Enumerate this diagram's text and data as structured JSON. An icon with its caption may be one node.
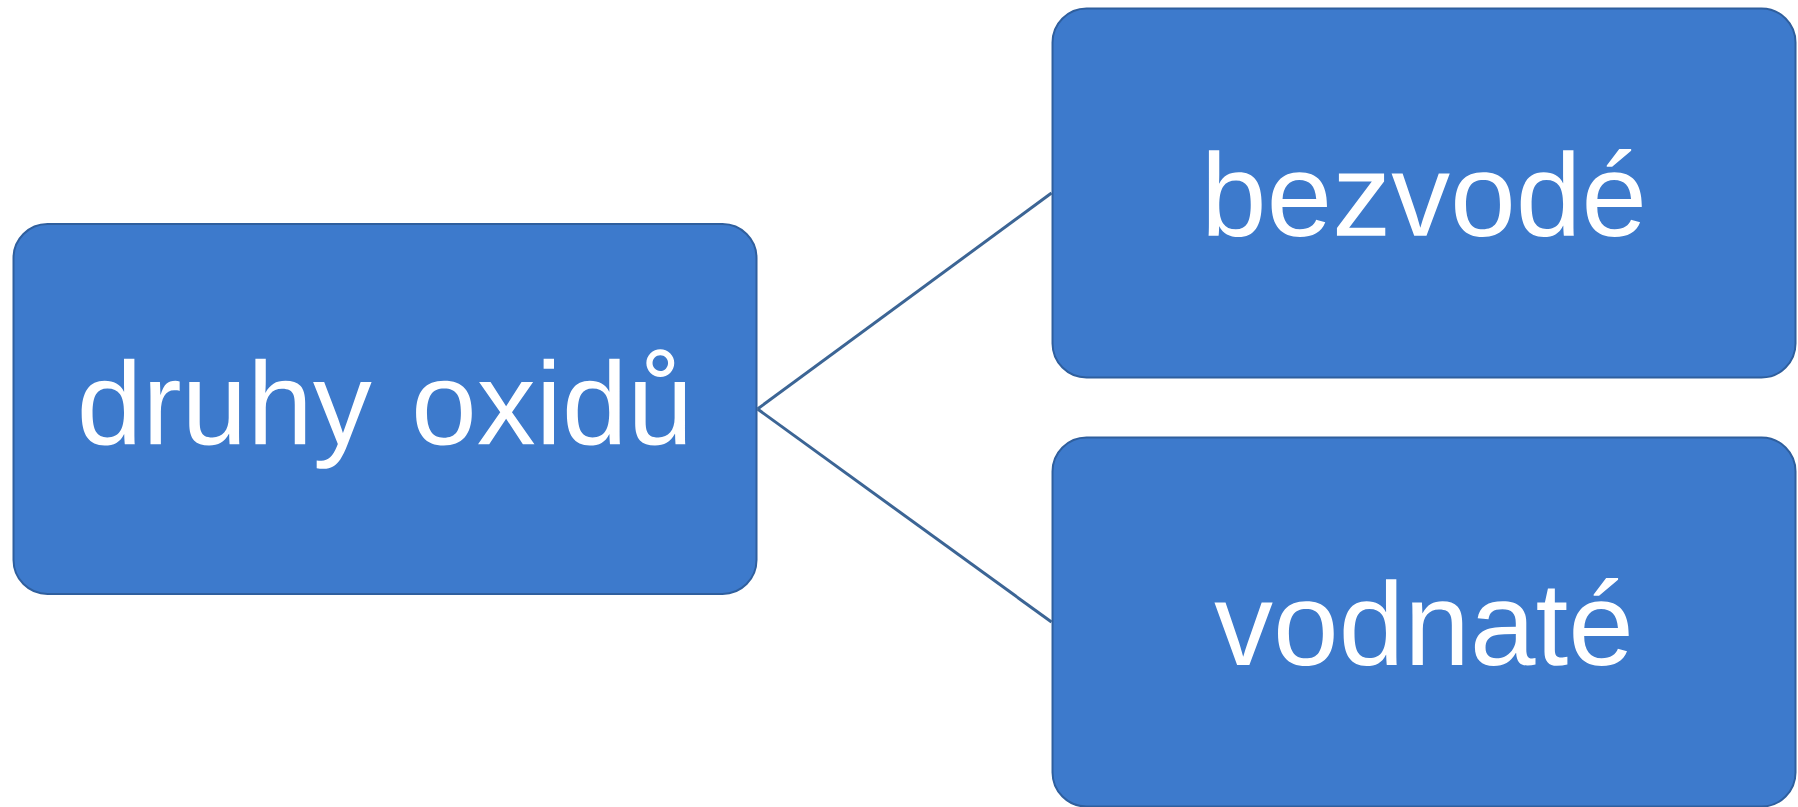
{
  "diagram": {
    "nodes": [
      {
        "text": [
          "druhy oxidů"
        ]
      },
      {
        "text": [
          "bezvodé"
        ]
      },
      {
        "text": [
          "vodnaté"
        ]
      }
    ],
    "edges": [
      {
        "from": 0,
        "to": 1,
        "arrow": "none"
      },
      {
        "from": 0,
        "to": 2,
        "arrow": "none"
      }
    ]
  }
}
